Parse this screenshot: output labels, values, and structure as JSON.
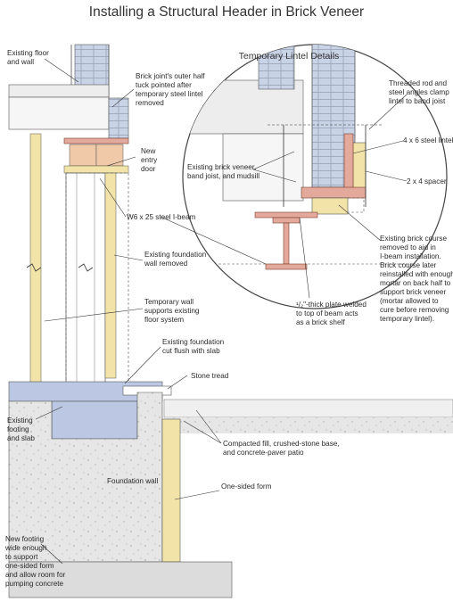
{
  "title": "Installing a Structural Header in Brick Veneer",
  "inset_title": "Temporary Lintel Details",
  "labels": {
    "existing_floor": [
      "Existing floor",
      "and wall"
    ],
    "tuck_point": [
      "Brick joint's outer half",
      "tuck pointed after",
      "temporary steel lintel",
      "removed"
    ],
    "new_door": [
      "New",
      "entry",
      "door"
    ],
    "ibeam": "W6 x 25 steel I-beam",
    "foundation_removed": [
      "Existing foundation",
      "wall removed"
    ],
    "temp_wall": [
      "Temporary wall",
      "supports existing",
      "floor system"
    ],
    "cut_flush": [
      "Existing foundation",
      "cut flush with slab"
    ],
    "stone_tread": "Stone tread",
    "footing": [
      "Existing",
      "footing",
      "and slab"
    ],
    "compacted": [
      "Compacted fill, crushed-stone base,",
      "and concrete-paver patio"
    ],
    "foundation_wall": "Foundation wall",
    "one_sided": "One-sided form",
    "new_footing": [
      "New footing",
      "wide enough",
      "to support",
      "one-sided form",
      "and allow room for",
      "pumping concrete"
    ],
    "threaded_rod": [
      "Threaded rod and",
      "steel angles clamp",
      "lintel to band joist"
    ],
    "steel_lintel": "4 x 6 steel lintel",
    "spacer": "2 x 4 spacer",
    "existing_brick": [
      "Existing brick veneer,",
      "band joist, and mudsill"
    ],
    "brick_course": [
      "Existing brick course",
      "removed to aid in",
      "I-beam installation.",
      "Brick course later",
      "reinstalled with enough",
      "mortar on back half to",
      "support brick veneer",
      "(mortar allowed to",
      "cure before removing",
      "temporary lintel)."
    ],
    "plate": [
      "¹/₂\"-thick plate welded",
      "to top of beam acts",
      "as a brick shelf"
    ]
  },
  "colors": {
    "brick": "#c9d3e6",
    "beam": "#e3a99a",
    "wood": "#f2e4a8",
    "concrete": "#e4e4e4",
    "footing": "#bcc8e3",
    "insulation": "#f0c9a8"
  }
}
